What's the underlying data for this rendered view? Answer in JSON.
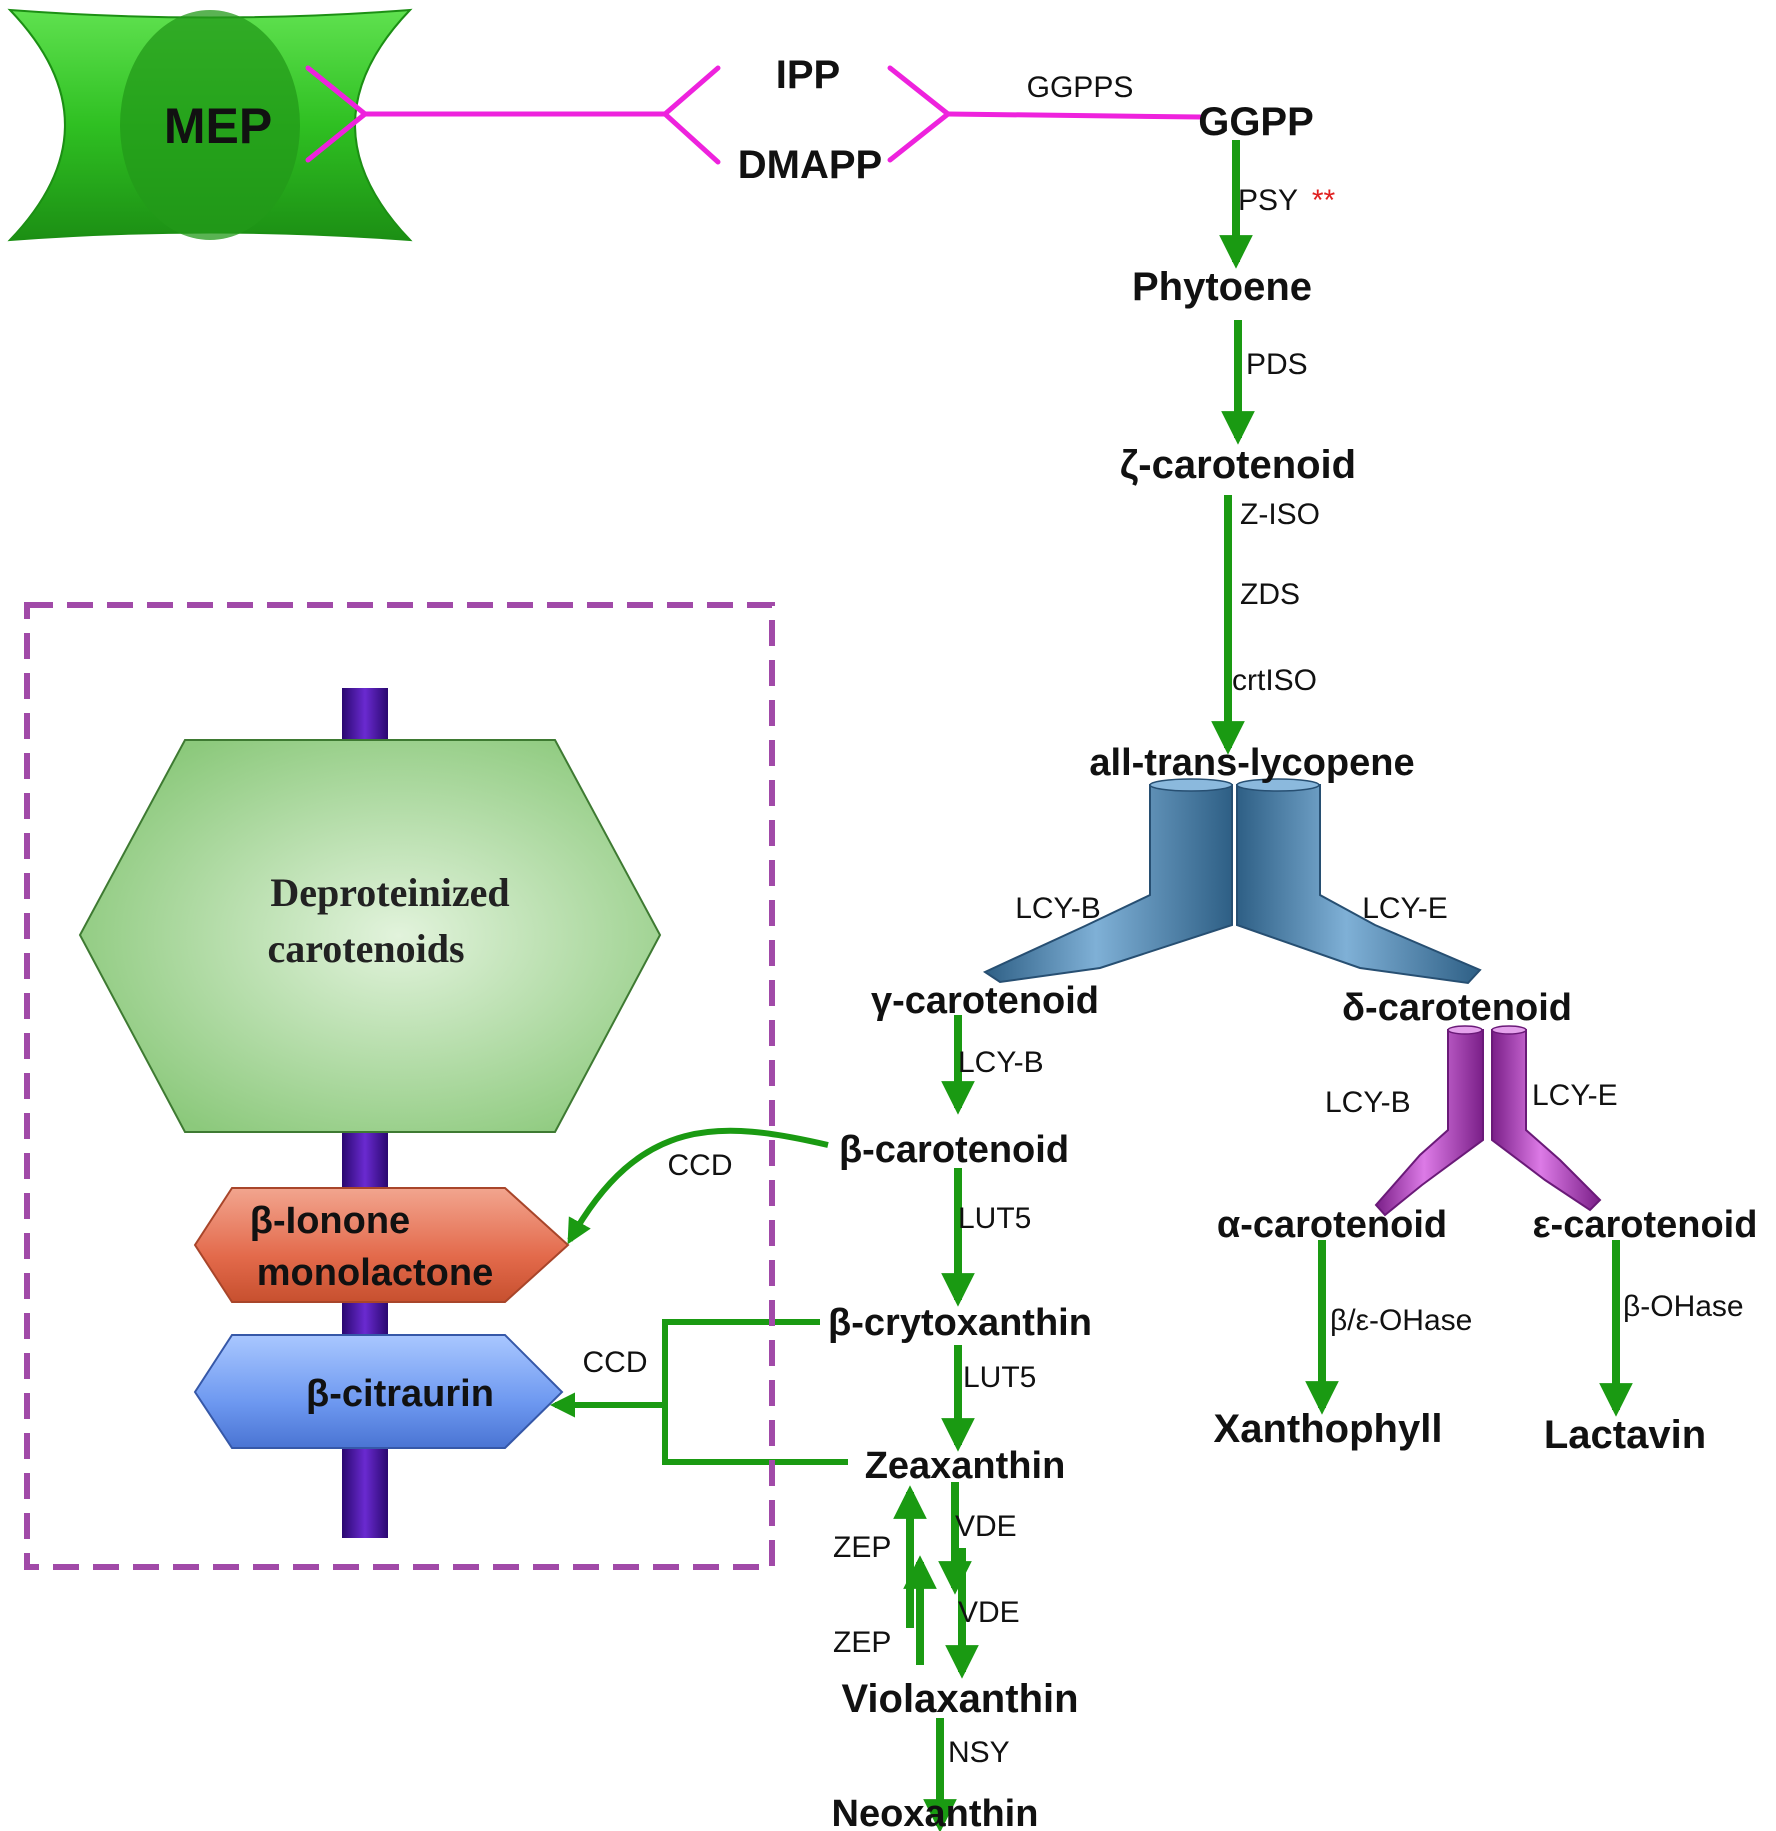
{
  "metabolites": {
    "mep": "MEP",
    "ipp": "IPP",
    "dmapp": "DMAPP",
    "ggpp": "GGPP",
    "phytoene": "Phytoene",
    "zeta_carotenoid": "ζ-carotenoid",
    "all_trans_lycopene": "all-trans-lycopene",
    "gamma_carotenoid": "γ-carotenoid",
    "delta_carotenoid": "δ-carotenoid",
    "beta_carotenoid": "β-carotenoid",
    "alpha_carotenoid": "α-carotenoid",
    "epsilon_carotenoid": "ε-carotenoid",
    "beta_crytoxanthin": "β-crytoxanthin",
    "zeaxanthin": "Zeaxanthin",
    "violaxanthin": "Violaxanthin",
    "neoxanthin": "Neoxanthin",
    "xanthophyll": "Xanthophyll",
    "lactavin": "Lactavin"
  },
  "enzymes": {
    "ggpps": "GGPPS",
    "psy": "PSY",
    "psy_significance": "**",
    "pds": "PDS",
    "z_iso": "Z-ISO",
    "zds": "ZDS",
    "crtiso": "crtISO",
    "lcy_b_top": "LCY-B",
    "lcy_e_top": "LCY-E",
    "lcy_b_gamma": "LCY-B",
    "lcy_b_delta": "LCY-B",
    "lcy_e_delta": "LCY-E",
    "lut5_a": "LUT5",
    "lut5_b": "LUT5",
    "ccd_a": "CCD",
    "ccd_b": "CCD",
    "zep_a": "ZEP",
    "zep_b": "ZEP",
    "vde_a": "VDE",
    "vde_b": "VDE",
    "nsy": "NSY",
    "beta_eps_ohase": "β/ε-OHase",
    "beta_ohase": "β-OHase"
  },
  "inset": {
    "deproteinized_line1": "Deproteinized",
    "deproteinized_line2": "carotenoids",
    "ionone_line1": "β-Ionone",
    "ionone_line2": "monolactone",
    "citraurin": "β-citraurin"
  },
  "colors": {
    "pathway_arrow": "#1a9a12",
    "mep_pathway_line": "#ee22dd",
    "significance_mark": "#e02020",
    "lcy_block": "#4a7fa8",
    "delta_lcy_block": "#b23fc0",
    "inset_border": "#a14aa8",
    "inset_axis": "#4a0fa0",
    "deproteinized_shape": "#9bd18e",
    "ionone_shape": "#e77455",
    "citraurin_shape": "#6f9cf0",
    "mep_shape": "#2fc022"
  }
}
